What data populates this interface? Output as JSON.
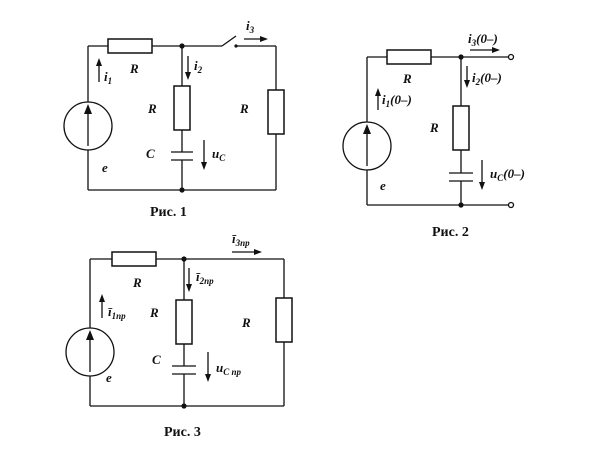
{
  "fig1": {
    "caption": "Рис. 1",
    "r_top": "R",
    "r_mid": "R",
    "r_right": "R",
    "cap_label": "C",
    "src": "e",
    "i1": "i",
    "i1_sub": "1",
    "i2": "i",
    "i2_sub": "2",
    "i3": "i",
    "i3_sub": "3",
    "uc": "u",
    "uc_sub": "C"
  },
  "fig2": {
    "caption": "Рис. 2",
    "r_top": "R",
    "r_mid": "R",
    "src": "e",
    "i1": "i",
    "i1_sub": "1",
    "i1_arg": "(0",
    "i1_close": "–)",
    "i2": "i",
    "i2_sub": "2",
    "i2_arg": "(0",
    "i2_close": "–)",
    "i3": "i",
    "i3_sub": "3",
    "i3_arg": "(0",
    "i3_close": "–)",
    "uc": "u",
    "uc_sub": "C",
    "uc_arg": "(0",
    "uc_close": "–)"
  },
  "fig3": {
    "caption": "Рис. 3",
    "r_top": "R",
    "r_mid": "R",
    "r_right": "R",
    "cap_label": "C",
    "src": "e",
    "i1": "ī",
    "i1_sub": "1пр",
    "i2": "ī",
    "i2_sub": "2пр",
    "i3": "ī",
    "i3_sub": "3пр",
    "uc": "u",
    "uc_sub": "C пр"
  }
}
